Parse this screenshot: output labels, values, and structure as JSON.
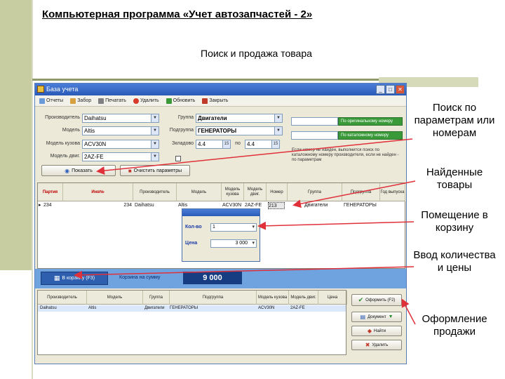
{
  "slide": {
    "title": "Компьютерная программа «Учет автозапчастей - 2»",
    "subtitle": "Поиск и продажа товара"
  },
  "callouts": [
    "Поиск по параметрам или номерам",
    "Найденные товары",
    "Помещение в корзину",
    "Ввод количества и цены",
    "Оформление продажи"
  ],
  "window": {
    "title": "База учета",
    "toolbar": [
      "Отчеты",
      "Забор",
      "Печатать",
      "Удалить",
      "Обновить",
      "Закрыть"
    ]
  },
  "form": {
    "labels": {
      "producer": "Производитель",
      "model": "Модель",
      "body_model": "Модель кузова",
      "engine_model": "Модель двиг.",
      "group": "Группа",
      "subgroup": "Подгруппа",
      "stock": "Зкладово"
    },
    "values": {
      "producer": "Daihatsu",
      "model": "Altis",
      "body_model": "ACV30N",
      "engine_model": "2AZ-FE",
      "group": "Двигатели",
      "subgroup": "ГЕНЕРАТОРЫ",
      "stock_from": "4.4",
      "stock_sep": "по",
      "stock_to": "4.4"
    },
    "search_by_number": "По оригинальному номеру",
    "search_by_catalog": "По каталожному номеру",
    "note": "Если номер не найден, выполнится поиск по каталожному номеру производителя, если не найден - по параметрам",
    "show_button": "Показать",
    "clear_button": "Очистить параметры"
  },
  "results": {
    "headers": [
      "Партия",
      "Инв№",
      "Производитель",
      "Модель",
      "Модель кузова",
      "Модель двиг.",
      "Номер",
      "Группа",
      "Подгруппа",
      "Год выпуска"
    ],
    "row": {
      "party": "234",
      "inv": "234",
      "producer": "Daihatsu",
      "model": "Altis",
      "body": "ACV30N",
      "engine": "2AZ-FE",
      "number": "213",
      "group": "Двигатели",
      "subgroup": "ГЕНЕРАТОРЫ"
    }
  },
  "qty_popup": {
    "qty_label": "Кол-во",
    "qty_value": "1",
    "price_label": "Цена",
    "price_value": "3 000"
  },
  "cart": {
    "button": "В корзину (F3)",
    "label": "Корзина на сумму",
    "sum": "9 000"
  },
  "cart_grid": {
    "headers": [
      "Производитель",
      "Модель",
      "Группа",
      "Подгруппа",
      "Модель кузова",
      "Модель двиг.",
      "Цена"
    ],
    "row": {
      "producer": "Daihatsu",
      "model": "Altis",
      "group": "Двигатели",
      "subgroup": "ГЕНЕРАТОРЫ",
      "body": "ACV30N",
      "engine": "2AZ-FE"
    }
  },
  "right_buttons": {
    "checkout": "Оформить (F2)",
    "documents": "Документ",
    "find": "Найти",
    "delete": "Удалить"
  },
  "colors": {
    "window_border": "#5a7fb8",
    "titlebar": "#2a5ab8",
    "cart_bar": "#6fa3e0",
    "arrow": "#e0303a"
  }
}
